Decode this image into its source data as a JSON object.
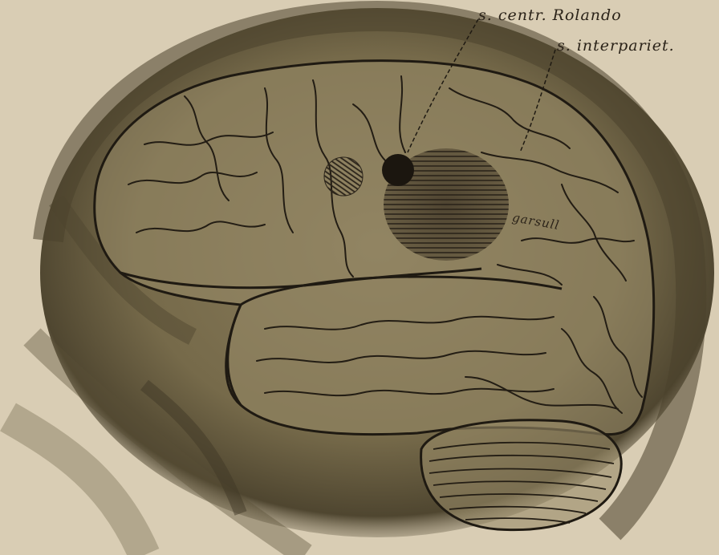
{
  "labels": {
    "sulcus_rolando": "s. centr. Rolando",
    "sulcus_interparietal": "s. interpariet.",
    "gyrus": "garsull"
  },
  "colors": {
    "paper": "#d9cdb4",
    "shadow": "#5e5436",
    "outline": "#1f1a12",
    "lesion": "#2b241a"
  }
}
